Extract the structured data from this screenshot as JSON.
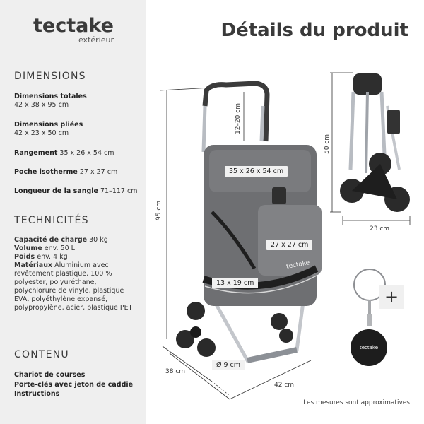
{
  "brand": {
    "name": "tectake",
    "sub": "extérieur"
  },
  "title": "Détails du produit",
  "sections": {
    "dimensions": "DIMENSIONS",
    "technicites": "TECHNICITÉS",
    "contenu": "CONTENU"
  },
  "dimensions": [
    {
      "label": "Dimensions totales",
      "value": "42 x 38 x 95 cm"
    },
    {
      "label": "Dimensions pliées",
      "value": "42 x 23 x 50 cm"
    },
    {
      "label": "Rangement",
      "value": "35 x 26 x 54 cm"
    },
    {
      "label": "Poche isotherme",
      "value": "27 x 27 cm"
    },
    {
      "label": "Longueur de la sangle",
      "value": "71–117 cm"
    }
  ],
  "tech": [
    {
      "label": "Capacité de charge",
      "value": "30 kg"
    },
    {
      "label": "Volume",
      "value": "env. 50 L"
    },
    {
      "label": "Poids",
      "value": "env. 4 kg"
    },
    {
      "label": "Matériaux",
      "value": "Aluminium avec revêtement plastique, 100 % polyester, polyuréthane, polychlorure de vinyle, plastique EVA, polyéthylène expansé, polypropylène, acier, plastique PET"
    }
  ],
  "contenu": [
    "Chariot de courses",
    "Porte-clés avec jeton de caddie",
    "Instructions"
  ],
  "image_labels": {
    "bag": "35 x 26 x 54 cm",
    "pocket": "27 x 27 cm",
    "small_pocket": "13 x 19 cm",
    "wheel": "Ø 9 cm",
    "handle": "12–20 cm",
    "height": "95 cm",
    "depth": "38 cm",
    "width": "42 cm",
    "folded_height": "50 cm",
    "folded_width": "23 cm",
    "cart_brand": "tectake",
    "token_brand": "tectake"
  },
  "note": "Les mesures sont approximatives",
  "plus": "+"
}
